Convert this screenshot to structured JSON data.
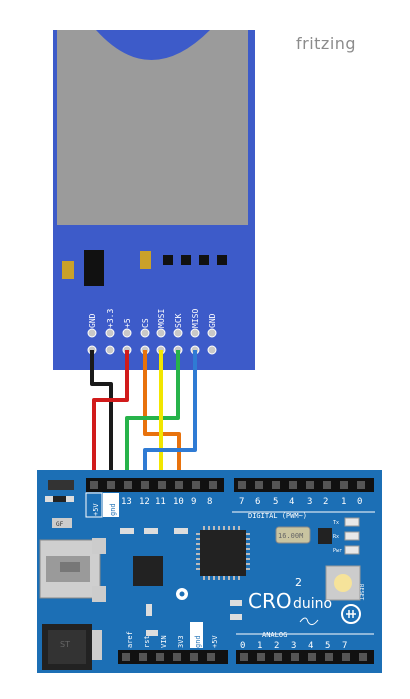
{
  "watermark": "fritzing",
  "sd_module": {
    "pins": [
      "GND",
      "+3.3",
      "+5",
      "CS",
      "MOSI",
      "SCK",
      "MISO",
      "GND"
    ]
  },
  "arduino": {
    "brand": "CRO",
    "brand_super": "2",
    "brand_suffix": "duino",
    "reset_label": "RESET",
    "power_labels": [
      "+5V",
      "gnd"
    ],
    "digital_pins": [
      "13",
      "12",
      "11",
      "10",
      "9",
      "8",
      "7",
      "6",
      "5",
      "4",
      "3",
      "2",
      "1",
      "0"
    ],
    "digital_label": "DIGITAL (PWM~)",
    "analog_label": "ANALOG",
    "analog_pins": [
      "0",
      "1",
      "2",
      "3",
      "4",
      "5",
      "7"
    ],
    "bottom_labels": [
      "aref",
      "rst",
      "VIN",
      "3V3",
      "gnd",
      "+5V"
    ],
    "led_labels": [
      "Tx",
      "Rx",
      "Pwr"
    ],
    "crystal_label": "16.00M"
  },
  "wires": [
    {
      "from": "GND",
      "to": "gnd",
      "color": "#1a1a1a"
    },
    {
      "from": "+5",
      "to": "+5V",
      "color": "#d11b1b"
    },
    {
      "from": "CS",
      "to": "10",
      "color": "#e8720c"
    },
    {
      "from": "MOSI",
      "to": "11",
      "color": "#f2e600"
    },
    {
      "from": "SCK",
      "to": "13",
      "color": "#27b34a"
    },
    {
      "from": "MISO",
      "to": "12",
      "color": "#2f7bd4"
    }
  ],
  "colors": {
    "sd_board": "#3d5bc9",
    "arduino_board": "#1c6fb5",
    "sd_card": "#9e9e9e"
  }
}
